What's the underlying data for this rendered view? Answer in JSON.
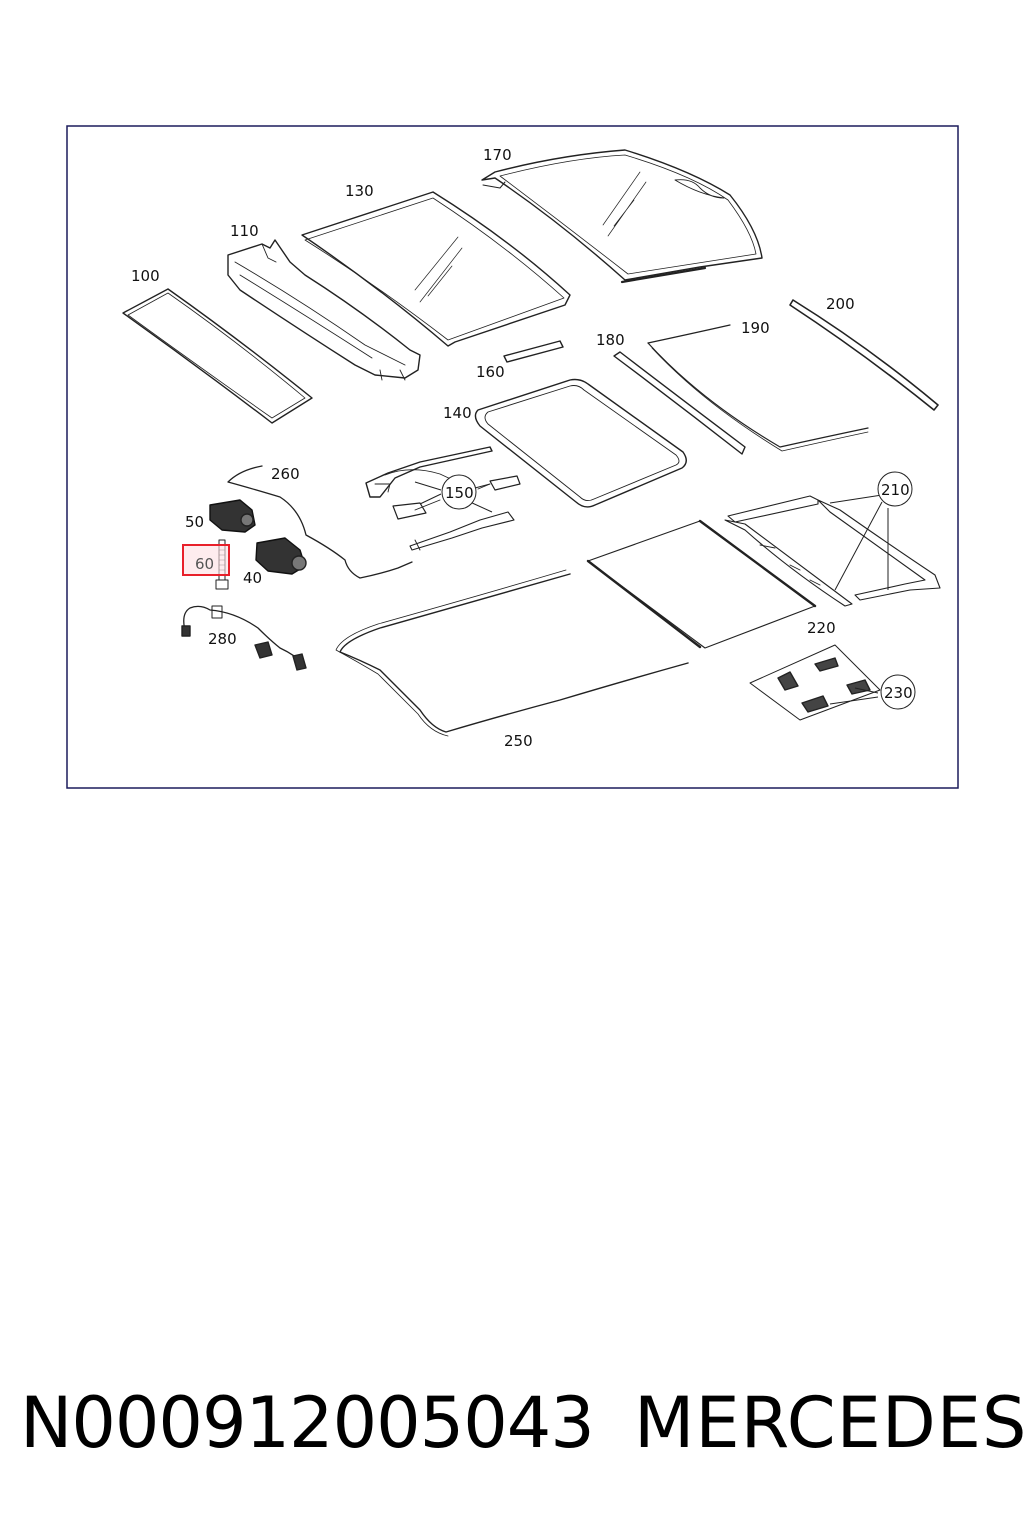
{
  "diagram": {
    "callouts": {
      "c100": "100",
      "c110": "110",
      "c130": "130",
      "c170": "170",
      "c200": "200",
      "c190": "190",
      "c180": "180",
      "c160": "160",
      "c140": "140",
      "c260": "260",
      "c150": "150",
      "c210": "210",
      "c50": "50",
      "c60": "60",
      "c40": "40",
      "c280": "280",
      "c220": "220",
      "c230": "230",
      "c250": "250"
    },
    "highlighted_callout": "60",
    "highlight_color": "#e8202a",
    "frame_color": "#1c1c5c"
  },
  "footer": {
    "part_number": "N000912005043",
    "brand": "MERCEDES"
  }
}
